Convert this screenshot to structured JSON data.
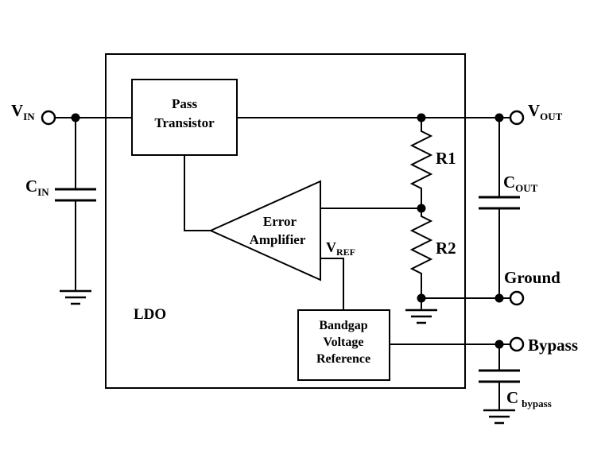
{
  "blocks": {
    "ldo": "LDO",
    "pass_transistor": [
      "Pass",
      "Transistor"
    ],
    "error_amplifier": [
      "Error",
      "Amplifier"
    ],
    "bandgap": [
      "Bandgap",
      "Voltage",
      "Reference"
    ]
  },
  "labels": {
    "vin": {
      "base": "V",
      "sub": "IN"
    },
    "cin": {
      "base": "C",
      "sub": "IN"
    },
    "vout": {
      "base": "V",
      "sub": "OUT"
    },
    "cout": {
      "base": "C",
      "sub": "OUT"
    },
    "vref": {
      "base": "V",
      "sub": "REF"
    },
    "r1": "R1",
    "r2": "R2",
    "ground": "Ground",
    "bypass": "Bypass",
    "cbypass": {
      "base": "C",
      "sub": "bypass"
    }
  },
  "colors": {
    "line": "#000000",
    "background": "#ffffff"
  }
}
